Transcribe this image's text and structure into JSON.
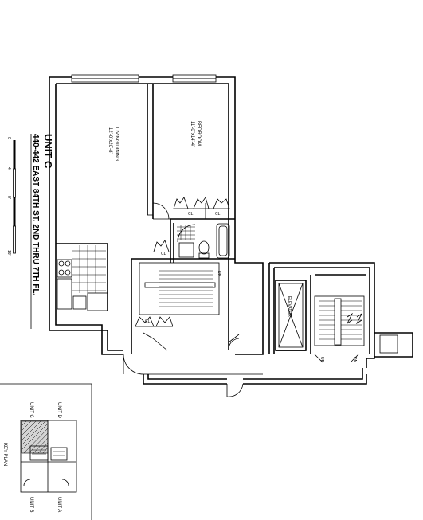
{
  "title": {
    "unit": "UNIT C",
    "address": "440-442 EAST 84TH ST. 2ND THRU 7TH FL."
  },
  "scale_bar": {
    "ticks": [
      "0",
      "4'",
      "8'",
      "16'"
    ]
  },
  "rooms": {
    "living": {
      "name": "LIVING/DINING",
      "dims": "12'-0\"x20'-8\""
    },
    "bedroom": {
      "name": "BEDROOM",
      "dims": "11'-0\"x14'-4\""
    }
  },
  "labels": {
    "closet": "CL",
    "stair_down": "DN",
    "stair_up": "UP",
    "elevator": "ELEVATOR"
  },
  "key_plan": {
    "title": "KEY PLAN",
    "unit_a": "UNIT A",
    "unit_b": "UNIT B",
    "unit_c": "UNIT C",
    "unit_d": "UNIT D"
  }
}
